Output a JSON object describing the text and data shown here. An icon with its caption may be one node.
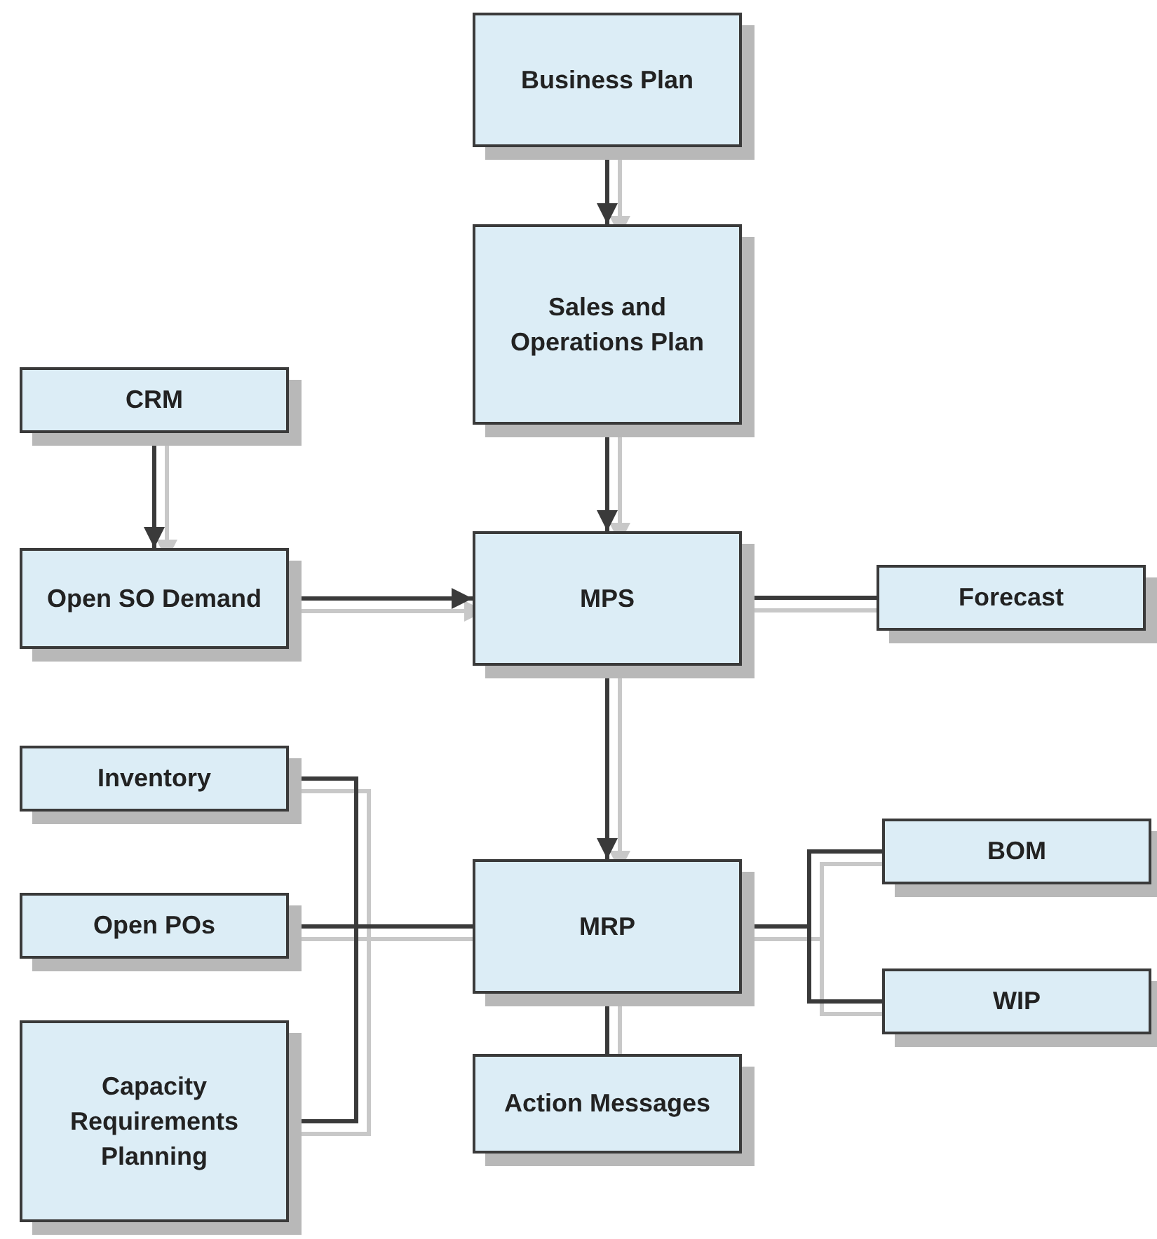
{
  "diagram": {
    "nodes": [
      {
        "text": [
          "Business Plan"
        ]
      },
      {
        "text": [
          "Sales and Operations Plan"
        ]
      },
      {
        "text": [
          "CRM"
        ]
      },
      {
        "text": [
          "Open SO Demand"
        ]
      },
      {
        "text": [
          "MPS"
        ]
      },
      {
        "text": [
          "Forecast"
        ]
      },
      {
        "text": [
          "Inventory"
        ]
      },
      {
        "text": [
          "Open POs"
        ]
      },
      {
        "text": [
          "Capacity Requirements Planning"
        ]
      },
      {
        "text": [
          "MRP"
        ]
      },
      {
        "text": [
          "Action Messages"
        ]
      },
      {
        "text": [
          "BOM"
        ]
      },
      {
        "text": [
          "WIP"
        ]
      }
    ],
    "edges": [
      {
        "from": 0,
        "to": 1,
        "arrow": "to"
      },
      {
        "from": 1,
        "to": 4,
        "arrow": "to"
      },
      {
        "from": 2,
        "to": 3,
        "arrow": "to"
      },
      {
        "from": 3,
        "to": 4,
        "arrow": "to"
      },
      {
        "from": 5,
        "to": 4,
        "arrow": "none"
      },
      {
        "from": 4,
        "to": 9,
        "arrow": "to"
      },
      {
        "from": 6,
        "to": 9,
        "arrow": "none"
      },
      {
        "from": 7,
        "to": 9,
        "arrow": "none"
      },
      {
        "from": 8,
        "to": 9,
        "arrow": "none"
      },
      {
        "from": 9,
        "to": 10,
        "arrow": "none"
      },
      {
        "from": 9,
        "to": 11,
        "arrow": "none"
      },
      {
        "from": 9,
        "to": 12,
        "arrow": "none"
      }
    ]
  }
}
